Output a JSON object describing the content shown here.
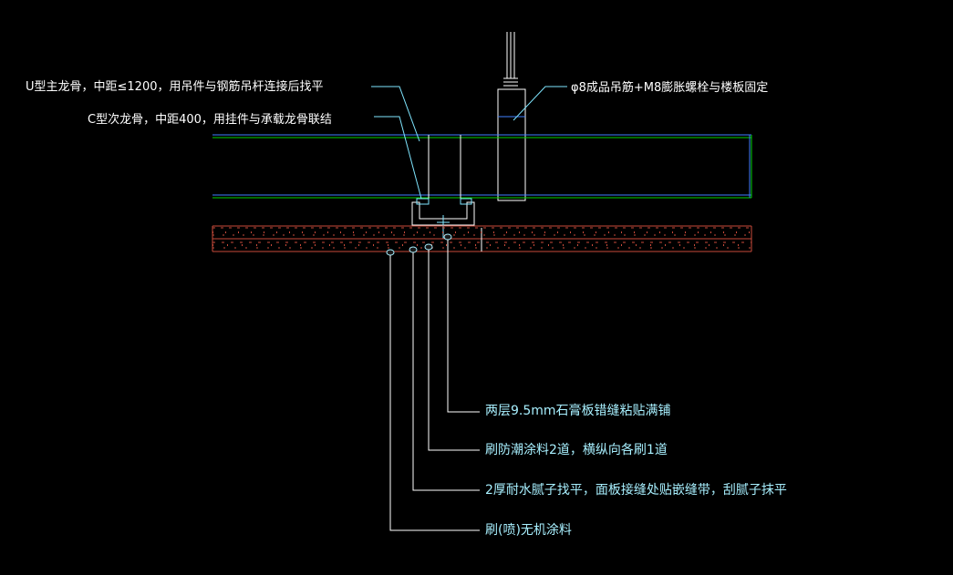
{
  "colors": {
    "background": "#000000",
    "white": "#ffffff",
    "cyan": "#7fe6ff",
    "green": "#00d200",
    "blue": "#3f7fff",
    "board_red": "#c84a3a"
  },
  "annotations": {
    "top_left": [
      {
        "id": "u-main-keel",
        "text": "U型主龙骨，中距≤1200，用吊件与钢筋吊杆连接后找平"
      },
      {
        "id": "c-secondary-keel",
        "text": "C型次龙骨，中距400，用挂件与承载龙骨联结"
      }
    ],
    "top_right": {
      "id": "hanger-rod",
      "text": "φ8成品吊筋+M8膨胀螺栓与楼板固定"
    },
    "bottom": [
      {
        "id": "gypsum-board",
        "text": "两层9.5mm石膏板错缝粘贴满铺"
      },
      {
        "id": "damp-proof-coating",
        "text": "刷防潮涂料2道，横纵向各刷1道"
      },
      {
        "id": "putty-layer",
        "text": "2厚耐水腻子找平，面板接缝处贴嵌缝带，刮腻子抹平"
      },
      {
        "id": "inorganic-coating",
        "text": "刷(喷)无机涂料"
      }
    ]
  }
}
